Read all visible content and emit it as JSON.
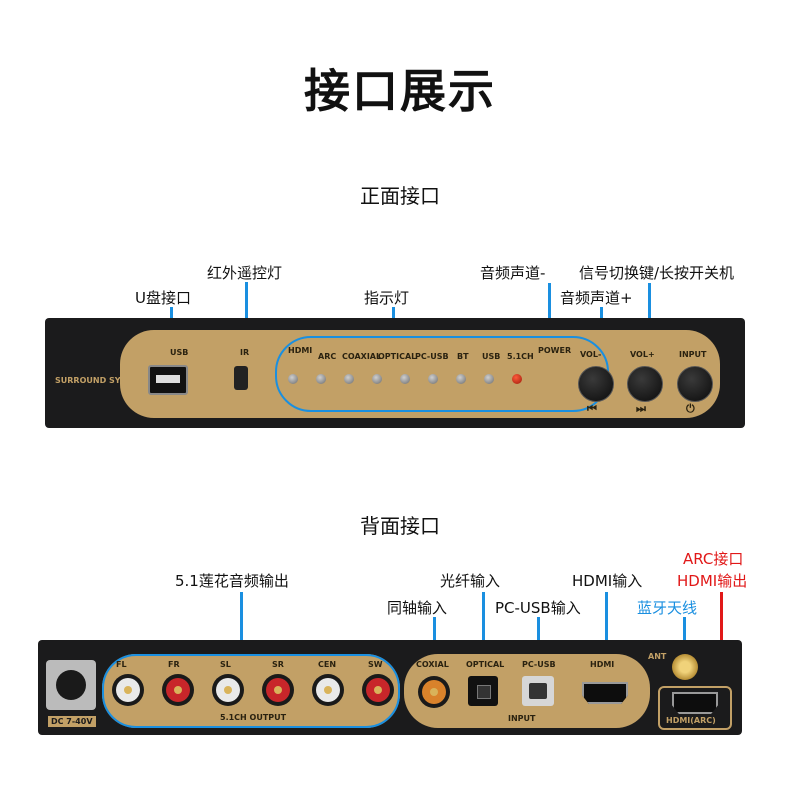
{
  "title": "接口展示",
  "front": {
    "heading": "正面接口",
    "callouts": {
      "usb": "U盘接口",
      "ir": "红外遥控灯",
      "leds": "指示灯",
      "vol_minus": "音频声道-",
      "vol_plus": "音频声道+",
      "input": "信号切换键/长按开关机"
    },
    "device": {
      "logo": "SURROUND SYSTEM",
      "usb_label": "USB",
      "ir_label": "IR",
      "led_labels": [
        "HDMI",
        "ARC",
        "COAXIAL",
        "OPTICAL",
        "PC-USB",
        "BT",
        "USB",
        "5.1CH",
        "POWER"
      ],
      "vol_minus_label": "VOL-",
      "vol_plus_label": "VOL+",
      "input_label": "INPUT",
      "prev_icon": "⏮",
      "next_icon": "⏭",
      "power_icon": "⏻"
    }
  },
  "back": {
    "heading": "背面接口",
    "callouts": {
      "rca_out": "5.1莲花音频输出",
      "optical": "光纤输入",
      "hdmi_in": "HDMI输入",
      "coaxial": "同轴输入",
      "pcusb": "PC-USB输入",
      "bt_ant": "蓝牙天线",
      "arc_line1": "ARC接口",
      "arc_line2": "HDMI输出"
    },
    "device": {
      "dc_label": "DC 7-40V",
      "channels": [
        "FL",
        "FR",
        "SL",
        "SR",
        "CEN",
        "SW"
      ],
      "output_label": "5.1CH OUTPUT",
      "in_labels": [
        "COXIAL",
        "OPTICAL",
        "PC-USB",
        "HDMI"
      ],
      "input_label": "INPUT",
      "ant_label": "ANT",
      "hdmi_arc_label": "HDMI(ARC)"
    }
  },
  "colors": {
    "accent_blue": "#1a8fe0",
    "accent_red": "#e11818",
    "panel_gold": "#c2a066"
  }
}
